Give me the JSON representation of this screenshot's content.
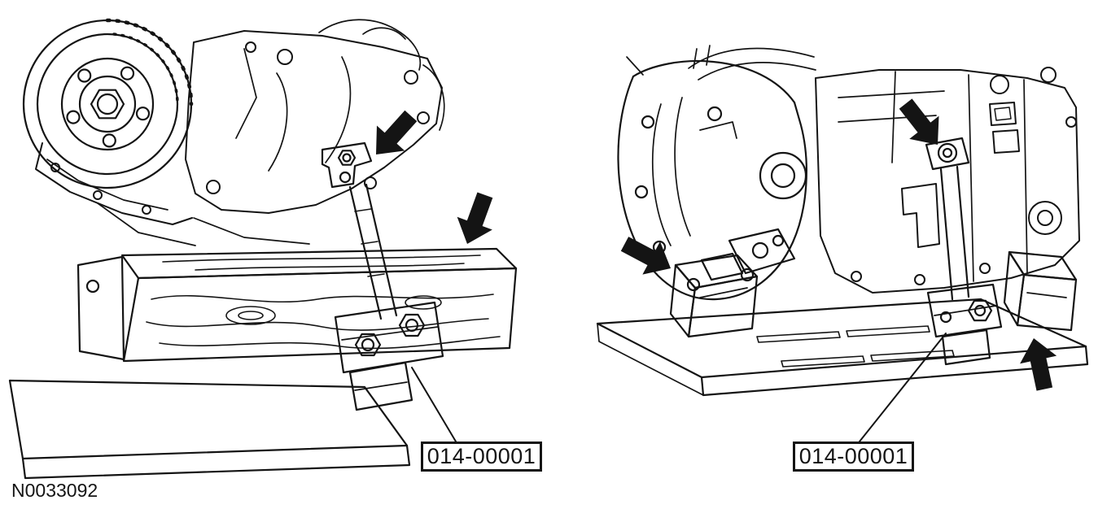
{
  "figure": {
    "id_label": "N0033092",
    "ink_color": "#141414",
    "background_color": "#ffffff",
    "description": "service-manual-illustration-engine-support"
  },
  "callouts": {
    "left": {
      "label": "014-00001"
    },
    "right": {
      "label": "014-00001"
    }
  },
  "views": {
    "left": {
      "name": "engine-on-wood-block-with-support-bracket",
      "arrow_count": 2
    },
    "right": {
      "name": "transaxle-on-base-plate-with-support-bracket",
      "arrow_count": 3
    }
  }
}
